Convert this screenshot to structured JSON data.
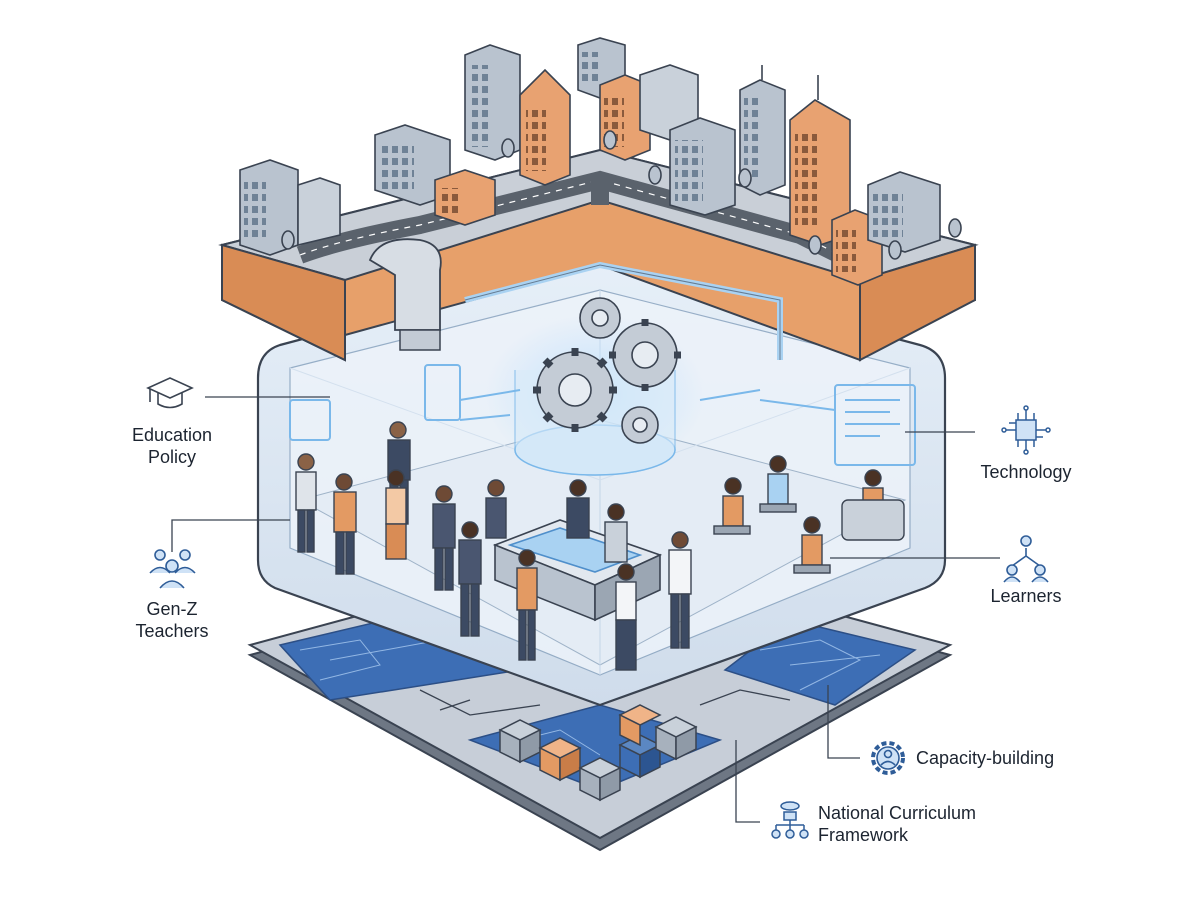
{
  "diagram": {
    "labels": {
      "education_policy": [
        "Education",
        "Policy"
      ],
      "gen_z_teachers": [
        "Gen-Z",
        "Teachers"
      ],
      "technology": "Technology",
      "learners": "Learners",
      "capacity_building": "Capacity-building",
      "national_curriculum_framework": [
        "National Curriculum",
        "Framework"
      ]
    },
    "icons": {
      "education_policy": "graduation-cap-icon",
      "gen_z_teachers": "people-group-icon",
      "technology": "circuit-chip-icon",
      "learners": "hierarchy-people-icon",
      "capacity_building": "gear-person-icon",
      "national_curriculum_framework": "org-chart-icon"
    },
    "colors": {
      "outline": "#3a4351",
      "building_gray": "#b9c3cf",
      "building_orange": "#e8a271",
      "earth_orange": "#e7a06a",
      "glass": "#dde9f5",
      "hologram_blue": "#7ab8ea",
      "blueprint_blue": "#3d6eb5",
      "road": "#5a626c"
    }
  }
}
